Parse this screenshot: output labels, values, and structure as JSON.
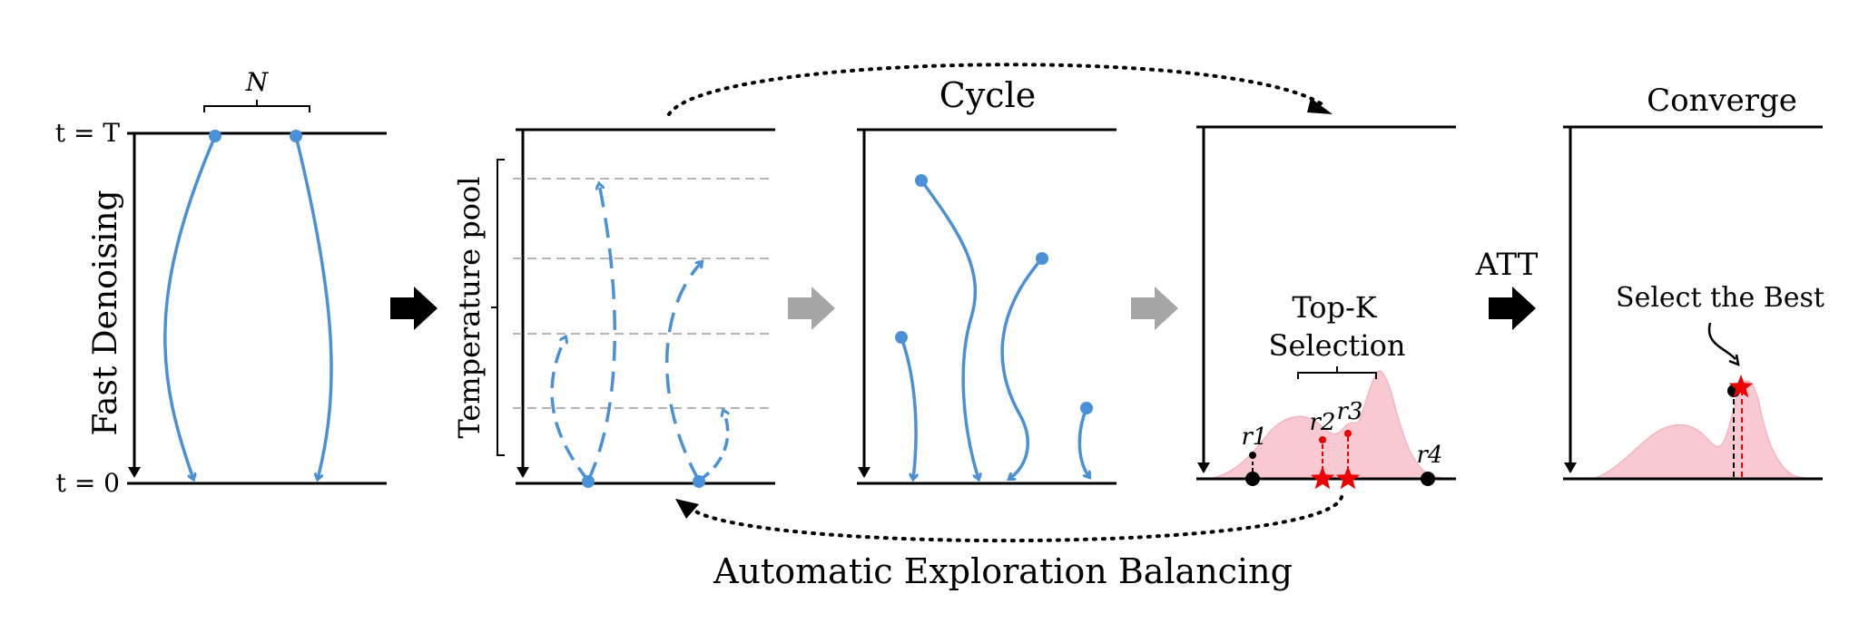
{
  "panel1": {
    "n_label": "N",
    "t_top": "t = T",
    "t_bottom": "t = 0",
    "side_label": "Fast Denoising"
  },
  "panel2": {
    "side_label": "Temperature pool"
  },
  "cycle_label": "Cycle",
  "panel4": {
    "topk_line1": "Top-K",
    "topk_line2": "Selection",
    "r_labels": [
      "r1",
      "r2",
      "r3",
      "r4"
    ]
  },
  "att_label": "ATT",
  "converge_label": "Converge",
  "select_best_label": "Select the Best",
  "bottom_label": "Automatic Exploration Balancing",
  "colors": {
    "trajectory": "#4a90d9",
    "star": "#ee0000",
    "density_fill": "#f9c9d2",
    "gray_arrow": "#a6a6a6"
  }
}
